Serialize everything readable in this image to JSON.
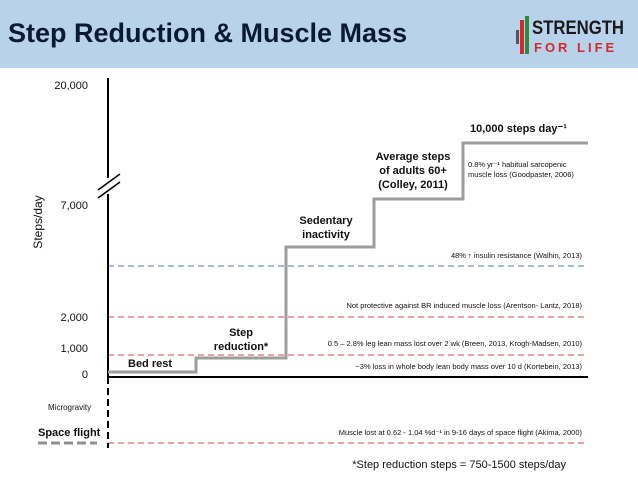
{
  "slide": {
    "title": "Step Reduction & Muscle Mass",
    "logo_line1": "STRENGTH",
    "logo_line2": "FOR LIFE",
    "colors": {
      "header_bg": "#b9d2ec",
      "logo_dark": "#1a1a1a",
      "logo_red": "#d12a2a",
      "logo_green": "#2e8b3d"
    }
  },
  "chart_data": {
    "type": "line",
    "title": "",
    "ylabel": "Steps/day",
    "xlabel": "",
    "y_ticks": [
      "20,000",
      "7,000",
      "2,000",
      "1,000",
      "0"
    ],
    "below_axis_labels": [
      "Microgravity",
      "Space flight"
    ],
    "axis_break": true,
    "series": [
      {
        "type": "step",
        "color": "#9e9e9e",
        "steps": [
          {
            "label": "Bed rest",
            "y": 250
          },
          {
            "label": "Step reduction*",
            "y": 1000
          },
          {
            "label": "Sedentary inactivity",
            "y": 4500
          },
          {
            "label": "Average steps of adults 60+ (Colley, 2011)",
            "y": 7000
          },
          {
            "label": "10,000 steps day⁻¹",
            "y": 10000
          }
        ]
      }
    ],
    "reference_lines": [
      {
        "text": "48% ↑ insulin resistance (Walhin, 2013)",
        "color": "#3a78c8",
        "style": "dashed",
        "y": 4500
      },
      {
        "text": "Not protective against BR induced muscle loss (Arentson- Lantz, 2018)",
        "color": "#d14a4a",
        "style": "dashed",
        "y": 2500
      },
      {
        "text": "0.5 – 2.8% leg lean mass lost over 2 wk (Breen, 2013, Krogh-Madsen, 2010)",
        "color": "#d14a4a",
        "style": "dashed",
        "y": 1200
      },
      {
        "text": "~3% loss in whole body lean body mass over 10 d (Kortebein, 2013)",
        "color": "#d14a4a",
        "style": "dashed",
        "y": 300
      },
      {
        "text": "Muscle lost at 0.62 - 1.04 %d⁻¹ in 9-16 days of space flight (Akima, 2000)",
        "color": "#d14a4a",
        "style": "dashed",
        "region": "Space flight"
      }
    ],
    "annotations": [
      "0.8% yr⁻¹ habitual sarcopenic muscle loss (Goodpaster, 2006)"
    ],
    "footnote": "*Step reduction steps = 750-1500 steps/day"
  }
}
